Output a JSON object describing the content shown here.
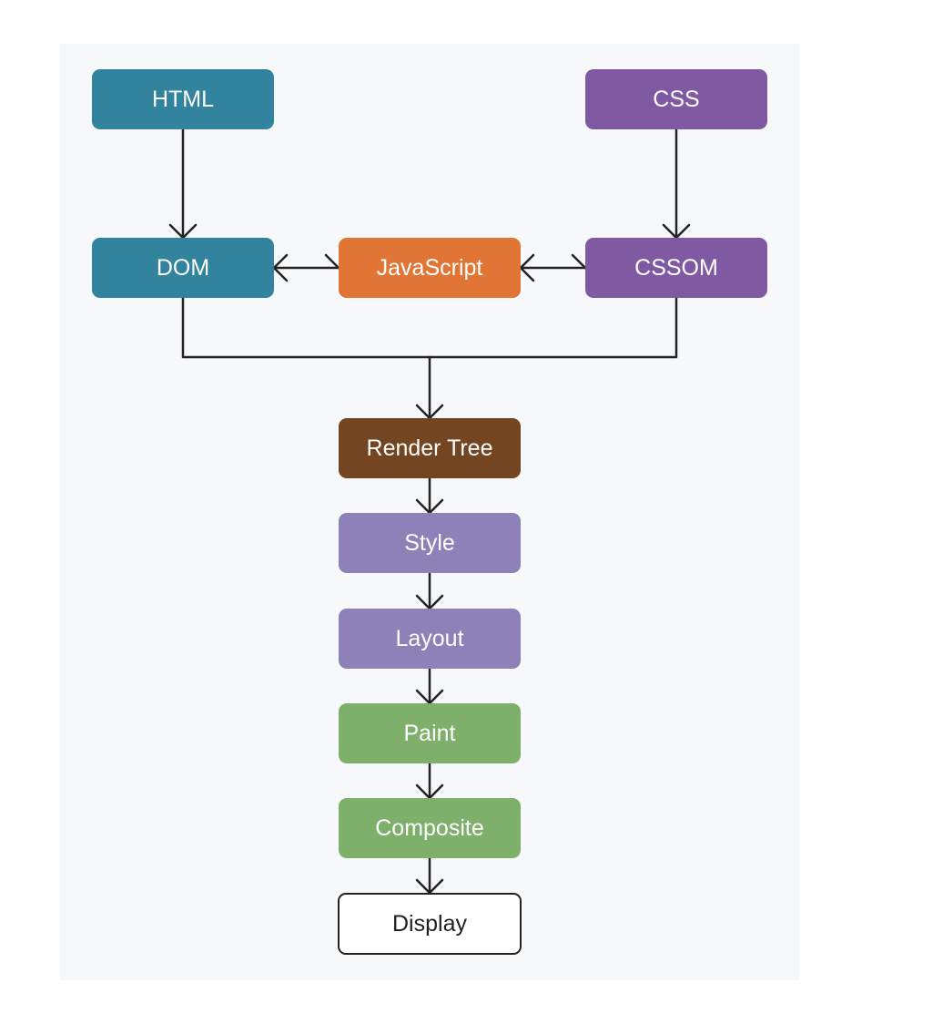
{
  "diagram": {
    "title": "Browser rendering pipeline",
    "nodes": [
      {
        "id": "html",
        "label": "HTML",
        "color": "#31839e"
      },
      {
        "id": "css",
        "label": "CSS",
        "color": "#7f5aa2"
      },
      {
        "id": "dom",
        "label": "DOM",
        "color": "#31839e"
      },
      {
        "id": "javascript",
        "label": "JavaScript",
        "color": "#e07535"
      },
      {
        "id": "cssom",
        "label": "CSSOM",
        "color": "#7f5aa2"
      },
      {
        "id": "render-tree",
        "label": "Render Tree",
        "color": "#734520"
      },
      {
        "id": "style",
        "label": "Style",
        "color": "#8d81b8"
      },
      {
        "id": "layout",
        "label": "Layout",
        "color": "#8d81b8"
      },
      {
        "id": "paint",
        "label": "Paint",
        "color": "#7fb06b"
      },
      {
        "id": "composite",
        "label": "Composite",
        "color": "#7fb06b"
      },
      {
        "id": "display",
        "label": "Display",
        "color": "#ffffff"
      }
    ],
    "edges": [
      {
        "from": "html",
        "to": "dom",
        "type": "directed"
      },
      {
        "from": "css",
        "to": "cssom",
        "type": "directed"
      },
      {
        "from": "dom",
        "to": "javascript",
        "type": "bidirectional"
      },
      {
        "from": "javascript",
        "to": "cssom",
        "type": "bidirectional"
      },
      {
        "from": "dom",
        "to": "render-tree",
        "type": "directed"
      },
      {
        "from": "cssom",
        "to": "render-tree",
        "type": "directed"
      },
      {
        "from": "render-tree",
        "to": "style",
        "type": "directed"
      },
      {
        "from": "style",
        "to": "layout",
        "type": "directed"
      },
      {
        "from": "layout",
        "to": "paint",
        "type": "directed"
      },
      {
        "from": "paint",
        "to": "composite",
        "type": "directed"
      },
      {
        "from": "composite",
        "to": "display",
        "type": "directed"
      }
    ],
    "edge_color": "#222222"
  }
}
